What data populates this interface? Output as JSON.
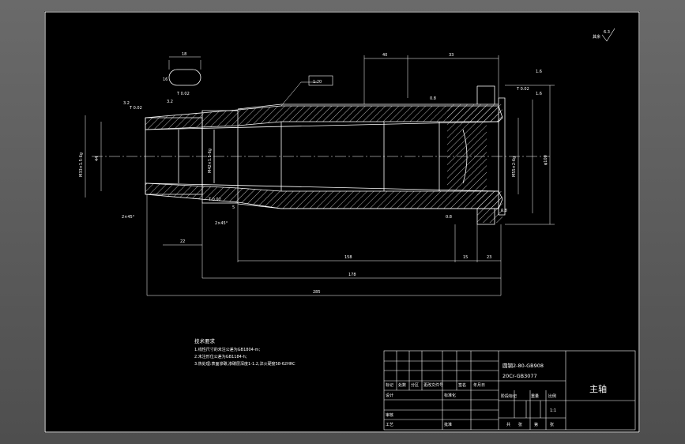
{
  "drawing": {
    "roughness_note": "其余",
    "roughness_main": "6.3",
    "dims": {
      "keyway_w": "18",
      "keyway_h": "16",
      "d_left_flat": "40",
      "d_right_flat": "33",
      "taper": "1:20",
      "rough_a": "3.2",
      "rough_b": "3.2",
      "rough_c": "1.6",
      "rough_d": "1.6",
      "rough_e": "0.8",
      "rough_f": "0.8",
      "rough_g": "0.8",
      "tol_a": "T 0.02",
      "tol_b": "T 0.02",
      "tol_c": "T 0.02",
      "tol_d": "T 0.02",
      "dia_left": "M33×1.5-6g",
      "dia_left2": "44",
      "dia_mid": "M42×1.5-6g",
      "dia_r": "M55×2-6g",
      "dia_big": "φ100",
      "bot_a": "2×45°",
      "bot_b": "2×45°",
      "bot_c": "5",
      "bot_d": "22",
      "len_158": "158",
      "len_15": "15",
      "len_23": "23",
      "len_178": "178",
      "len_total": "285"
    }
  },
  "notes": {
    "title": "技术要求",
    "lines": [
      "1.线性尺寸的未注公差为GB1804-m;",
      "2.未注形位公差为GB1184-h;",
      "3.热处理:表面渗碳,渗碳层深度1-1.2,淬火硬度58-62HRC"
    ]
  },
  "title_block": {
    "material_1": "圆钢2-80-GB908",
    "material_2": "20Cr-GB3077",
    "part_name": "主轴",
    "header": [
      "标记",
      "处数",
      "分区",
      "更改文件号",
      "签名",
      "年月日"
    ],
    "row_design": "设计",
    "row_std": "标准化",
    "row_check": "审核",
    "row_process": "工艺",
    "row_approve": "批准",
    "stage_mark": "阶段标记",
    "weight": "重量",
    "scale_label": "比例",
    "scale_value": "1:1",
    "sheets_total": "共",
    "sheets_label": "张",
    "sheet_no": "第",
    "sheet_label": "张"
  }
}
